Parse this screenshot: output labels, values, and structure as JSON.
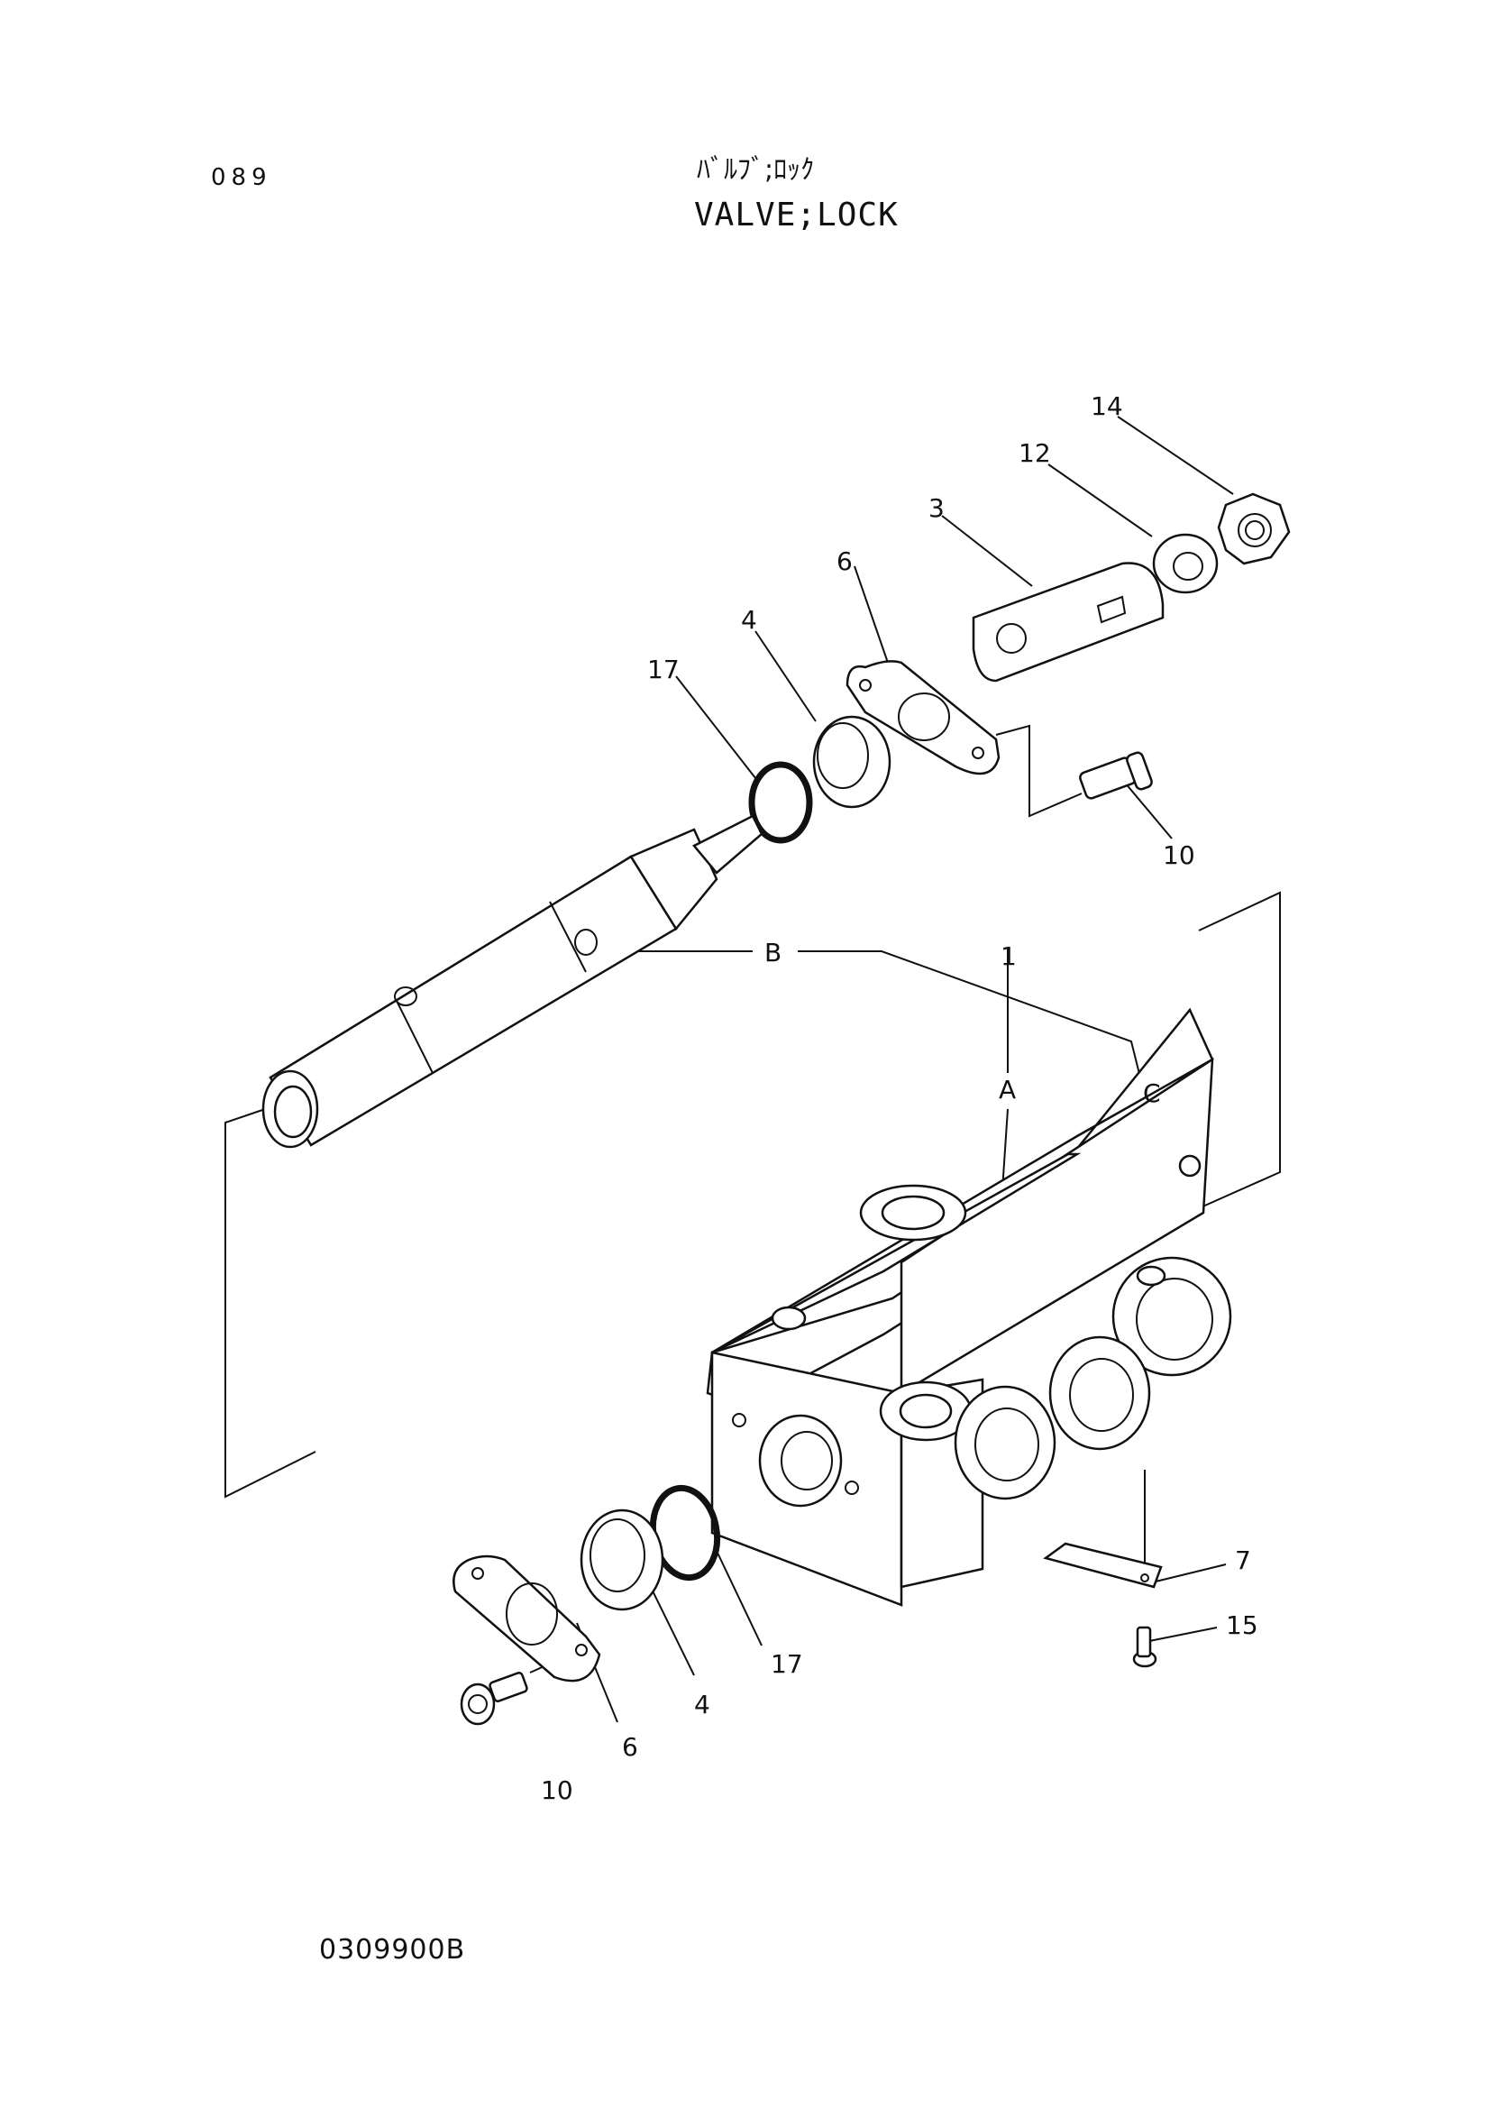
{
  "header": {
    "page_number": "089",
    "title_jp": "ﾊﾞﾙﾌﾞ;ﾛｯｸ",
    "title_en": "VALVE;LOCK"
  },
  "footer": {
    "drawing_number": "0309900B"
  },
  "callouts": {
    "c14": "14",
    "c12": "12",
    "c3": "3",
    "c6_top": "6",
    "c4_top": "4",
    "c17_top": "17",
    "c10_top": "10",
    "cB": "B",
    "c1": "1",
    "cA": "A",
    "cC": "C",
    "c7": "7",
    "c15": "15",
    "c17_bot": "17",
    "c4_bot": "4",
    "c6_bot": "6",
    "c10_bot": "10"
  },
  "style": {
    "line_color": "#111111",
    "background": "#ffffff"
  }
}
